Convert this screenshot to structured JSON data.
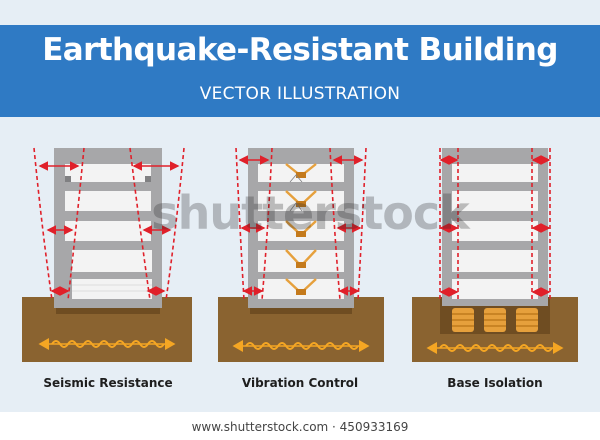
{
  "header": {
    "title": "Earthquake-Resistant Building",
    "subtitle": "VECTOR ILLUSTRATION"
  },
  "panels": [
    {
      "caption": "Seismic Resistance"
    },
    {
      "caption": "Vibration Control"
    },
    {
      "caption": "Base Isolation"
    }
  ],
  "watermark": {
    "text": "shutterstock"
  },
  "footer": {
    "url": "www.shutterstock.com · 450933169"
  },
  "colors": {
    "header_bg": "#2f7ac4",
    "page_bg": "#e6eef5",
    "ground": "#8a6330",
    "structure": "#a7a7a9",
    "floor_fill": "#f3f3f3",
    "arrow_red": "#e0202a",
    "wave_orange": "#f5a623",
    "damper_orange": "#e6a03c"
  }
}
